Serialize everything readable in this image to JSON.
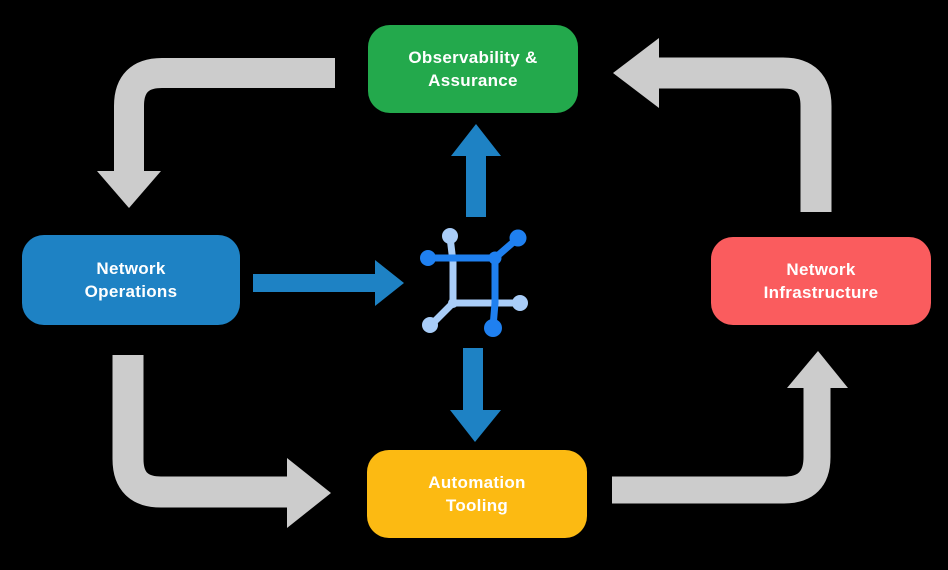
{
  "canvas": {
    "background": "#000000",
    "description": "network-automation-cycle-diagram"
  },
  "nodes": {
    "observability": {
      "line1": "Observability &",
      "line2": "Assurance",
      "color": "#23a94c"
    },
    "operations": {
      "line1": "Network",
      "line2": "Operations",
      "color": "#1e82c4"
    },
    "infrastructure": {
      "line1": "Network",
      "line2": "Infrastructure",
      "color": "#fa5c5e"
    },
    "automation": {
      "line1": "Automation",
      "line2": "Tooling",
      "color": "#fcba12"
    }
  },
  "colors": {
    "cycle_arrow": "#cccccc",
    "flow_arrow": "#1e82c4",
    "icon_primary": "#1f80f0",
    "icon_secondary": "#a9cdf8",
    "label_text": "#ffffff"
  },
  "icons": {
    "center": "network-mesh-icon"
  }
}
